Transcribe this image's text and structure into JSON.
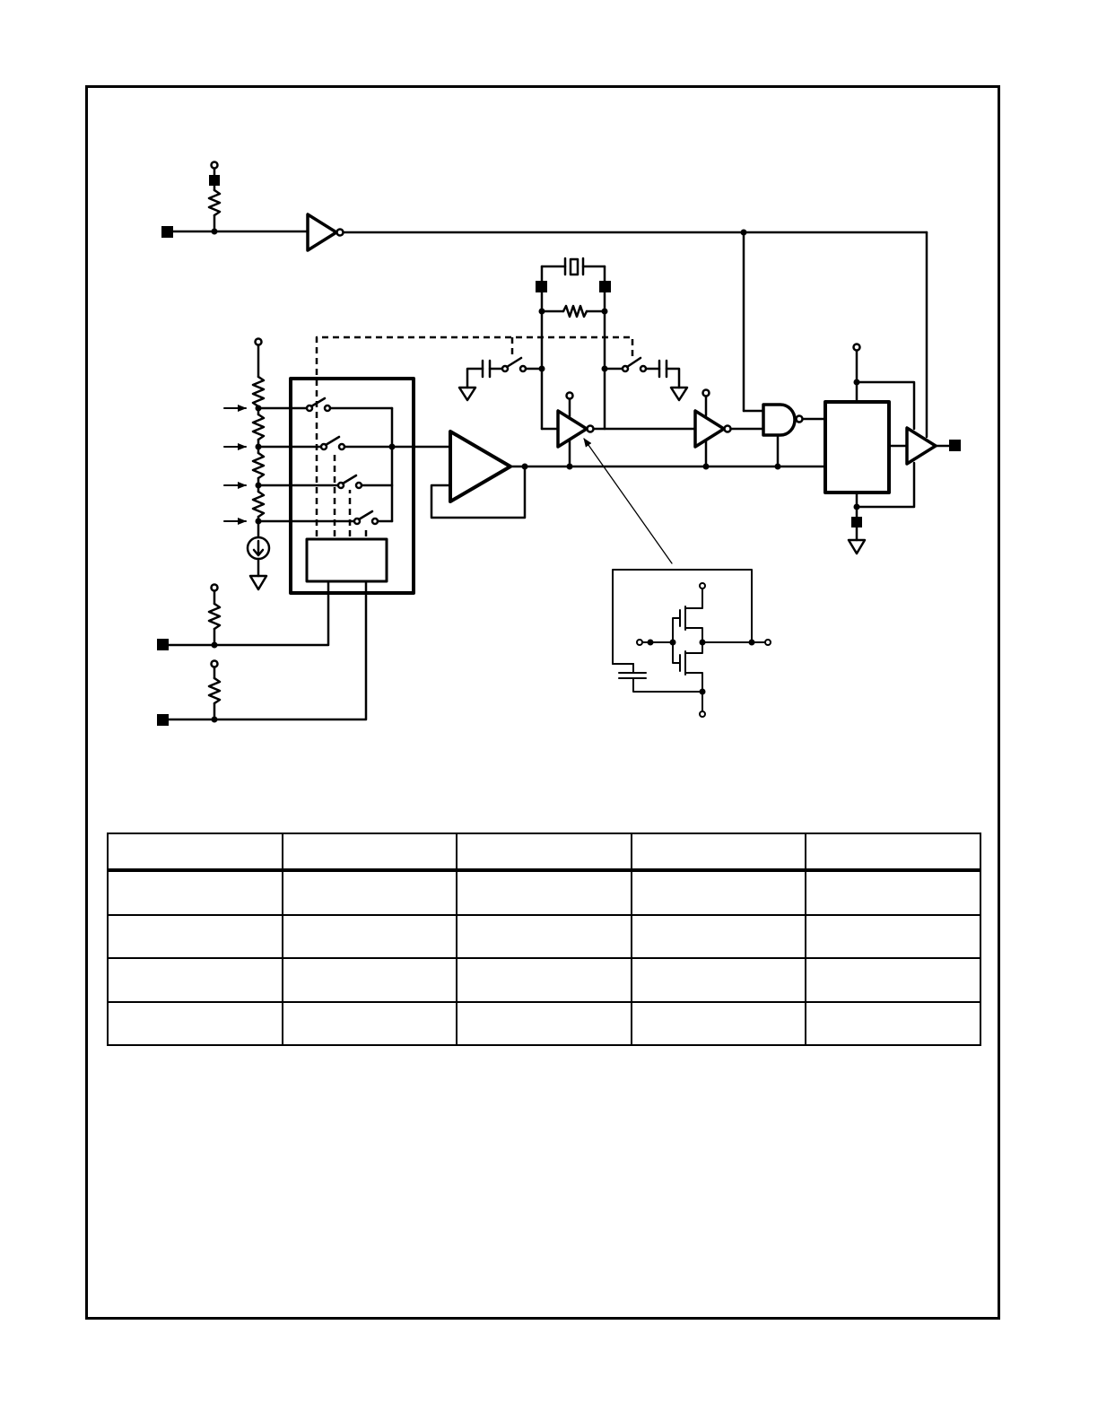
{
  "colors": {
    "ink": "#000000",
    "paper": "#ffffff"
  },
  "figure": {
    "blocks": [
      {
        "name": "input-buffer-inverter",
        "kind": "inverter"
      },
      {
        "name": "switch-select-block",
        "kind": "analog-switch-array"
      },
      {
        "name": "decoder-block",
        "kind": "rectangle"
      },
      {
        "name": "voltage-follower-amplifier",
        "kind": "buffer-amplifier"
      },
      {
        "name": "oscillator-inverter",
        "kind": "inverter"
      },
      {
        "name": "second-inverter",
        "kind": "inverter"
      },
      {
        "name": "and-gate",
        "kind": "and-gate"
      },
      {
        "name": "output-register-block",
        "kind": "rectangle"
      },
      {
        "name": "output-driver",
        "kind": "buffer"
      },
      {
        "name": "crystal",
        "kind": "crystal"
      },
      {
        "name": "cmos-inverter-detail",
        "kind": "transistor-schematic"
      }
    ]
  },
  "table": {
    "columns": [
      "",
      "",
      "",
      "",
      ""
    ],
    "rows": [
      [
        "",
        "",
        "",
        "",
        ""
      ],
      [
        "",
        "",
        "",
        "",
        ""
      ],
      [
        "",
        "",
        "",
        "",
        ""
      ],
      [
        "",
        "",
        "",
        "",
        ""
      ]
    ]
  }
}
